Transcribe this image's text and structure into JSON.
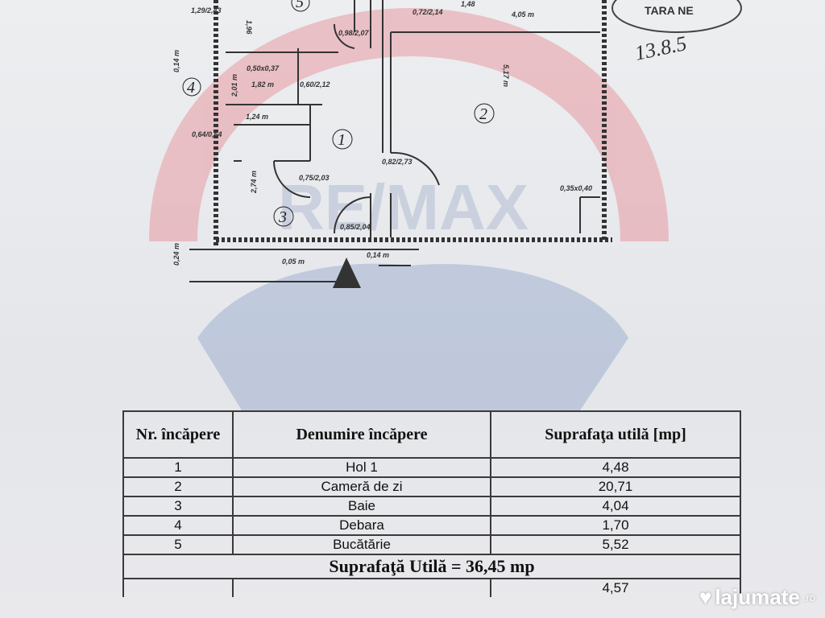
{
  "plan": {
    "rooms": [
      "1",
      "2",
      "3",
      "4",
      "5"
    ],
    "dimensions": [
      "1,29/2,43",
      "1,96",
      "0,14 m",
      "0,98/2,07",
      "0,72/2,14",
      "1,48",
      "4,05 m",
      "0,50x0,37",
      "2,01 m",
      "1,82 m",
      "0,60/2,12",
      "1,24 m",
      "5,17 m",
      "0,64/0,64",
      "2,74 m",
      "0,75/2,03",
      "0,82/2,73",
      "0,35x0,40",
      "0,85/2,04",
      "0,24 m",
      "0,05 m",
      "0,14 m"
    ],
    "watermark": "RE/MAX",
    "stamp_text": "TARA NE",
    "signature": "13.8.5"
  },
  "table": {
    "headers": [
      "Nr. încăpere",
      "Denumire încăpere",
      "Suprafaţa utilă [mp]"
    ],
    "rows": [
      {
        "nr": "1",
        "name": "Hol 1",
        "area": "4,48"
      },
      {
        "nr": "2",
        "name": "Cameră de zi",
        "area": "20,71"
      },
      {
        "nr": "3",
        "name": "Baie",
        "area": "4,04"
      },
      {
        "nr": "4",
        "name": "Debara",
        "area": "1,70"
      },
      {
        "nr": "5",
        "name": "Bucătărie",
        "area": "5,52"
      }
    ],
    "total": "Suprafaţă Utilă =  36,45 mp",
    "partial_value": "4,57"
  },
  "brand": {
    "name": "lajumate",
    "suffix": ".ro",
    "color": "#ffffff"
  },
  "colors": {
    "remax_red": "#e79aa3",
    "remax_blue": "#8fa3c8"
  }
}
